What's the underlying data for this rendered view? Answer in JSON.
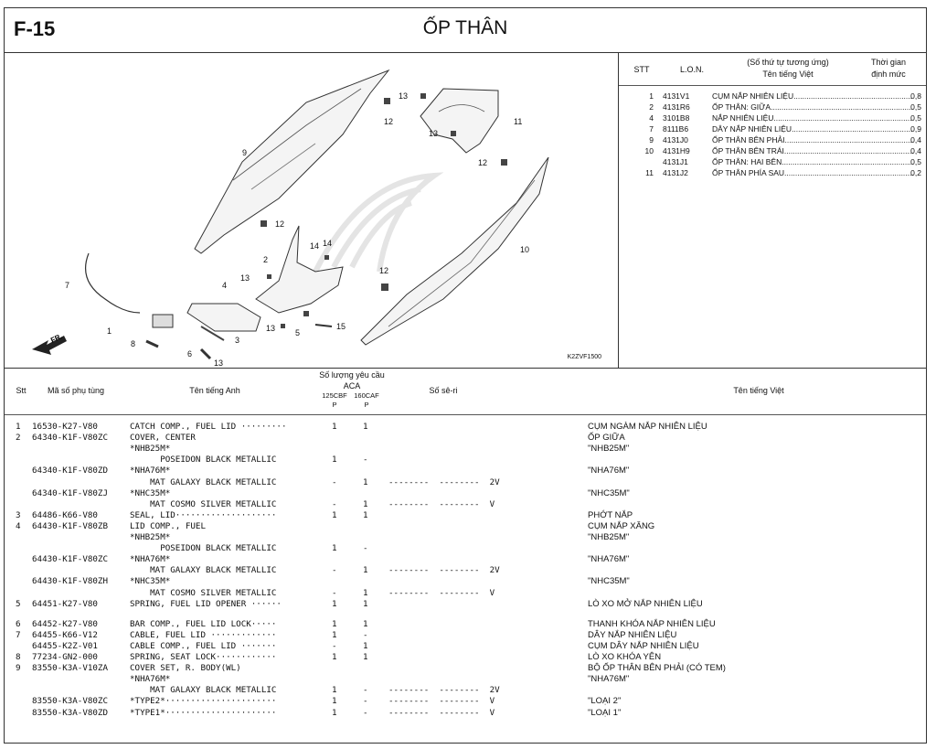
{
  "header": {
    "code": "F-15",
    "title": "ỐP THÂN"
  },
  "diagram": {
    "code": "K2ZVF1500",
    "direction_label": "FR.",
    "callouts": [
      "1",
      "2",
      "4",
      "5",
      "6",
      "7",
      "8",
      "9",
      "10",
      "11",
      "12",
      "12",
      "12",
      "12",
      "13",
      "13",
      "13",
      "13",
      "13",
      "14",
      "14",
      "3",
      "15"
    ]
  },
  "legend": {
    "headers": {
      "stt": "STT",
      "lon": "L.O.N.",
      "name_line1": "(Số thứ tự tương ứng)",
      "name_line2": "Tên tiếng Việt",
      "time_line1": "Thời gian",
      "time_line2": "định mức"
    },
    "rows": [
      {
        "stt": "1",
        "lon": "4131V1",
        "name": "CỤM NẮP NHIÊN LIỆU.......................................................",
        "time": "0,8"
      },
      {
        "stt": "2",
        "lon": "4131R6",
        "name": "ỐP THÂN: GIỮA..................................................................",
        "time": "0,5"
      },
      {
        "stt": "4",
        "lon": "3101B8",
        "name": "NẮP NHIÊN LIỆU................................................................",
        "time": "0,5"
      },
      {
        "stt": "7",
        "lon": "8111B6",
        "name": "DÂY NẮP NHIÊN LIỆU.........................................................",
        "time": "0,9"
      },
      {
        "stt": "9",
        "lon": "4131J0",
        "name": "ỐP THÂN BÊN PHẢI.............................................................",
        "time": "0,4"
      },
      {
        "stt": "10",
        "lon": "4131H9",
        "name": "ỐP THÂN BÊN TRÁI.............................................................",
        "time": "0,4"
      },
      {
        "stt": "",
        "lon": "4131J1",
        "name": "ỐP THÂN: HAI BÊN..............................................................",
        "time": "0,5"
      },
      {
        "stt": "11",
        "lon": "4131J2",
        "name": "ỐP THÂN PHÍA SAU.............................................................",
        "time": "0,2"
      }
    ]
  },
  "table": {
    "headers": {
      "stt": "Stt",
      "part_no": "Mã số phụ tùng",
      "name_en": "Tên tiếng Anh",
      "qty_title": "Số lượng yêu cầu",
      "qty_sub": "ACA",
      "qty_a": "125CBF",
      "qty_b": "160CAF",
      "qty_pa": "P",
      "qty_pb": "P",
      "serial": "Số sê-ri",
      "name_vn": "Tên tiếng Việt"
    },
    "rows": [
      {
        "stt": "1",
        "part": "16530-K27-V80",
        "en": "CATCH COMP., FUEL LID ·········",
        "q1": "1",
        "q2": "1",
        "serial": "",
        "vn": "CỤM NGÀM NẮP NHIÊN LIỆU"
      },
      {
        "stt": "2",
        "part": "64340-K1F-V80ZC",
        "en": "COVER, CENTER",
        "q1": "",
        "q2": "",
        "serial": "",
        "vn": "ỐP GIỮA"
      },
      {
        "stt": "",
        "part": "",
        "en": "*NHB25M*",
        "q1": "",
        "q2": "",
        "serial": "",
        "vn": "\"NHB25M\""
      },
      {
        "stt": "",
        "part": "",
        "en": "      POSEIDON BLACK METALLIC",
        "q1": "1",
        "q2": "-",
        "serial": "",
        "vn": ""
      },
      {
        "stt": "",
        "part": "64340-K1F-V80ZD",
        "en": "*NHA76M*",
        "q1": "",
        "q2": "",
        "serial": "",
        "vn": "\"NHA76M\""
      },
      {
        "stt": "",
        "part": "",
        "en": "    MAT GALAXY BLACK METALLIC",
        "q1": "-",
        "q2": "1",
        "serial": "--------  --------  2V",
        "vn": ""
      },
      {
        "stt": "",
        "part": "64340-K1F-V80ZJ",
        "en": "*NHC35M*",
        "q1": "",
        "q2": "",
        "serial": "",
        "vn": "\"NHC35M\""
      },
      {
        "stt": "",
        "part": "",
        "en": "    MAT COSMO SILVER METALLIC",
        "q1": "-",
        "q2": "1",
        "serial": "--------  --------  V",
        "vn": ""
      },
      {
        "stt": "3",
        "part": "64486-K66-V80",
        "en": "SEAL, LID····················",
        "q1": "1",
        "q2": "1",
        "serial": "",
        "vn": "PHỚT NẮP"
      },
      {
        "stt": "4",
        "part": "64430-K1F-V80ZB",
        "en": "LID COMP., FUEL",
        "q1": "",
        "q2": "",
        "serial": "",
        "vn": "CỤM NẮP XĂNG"
      },
      {
        "stt": "",
        "part": "",
        "en": "*NHB25M*",
        "q1": "",
        "q2": "",
        "serial": "",
        "vn": "\"NHB25M\""
      },
      {
        "stt": "",
        "part": "",
        "en": "      POSEIDON BLACK METALLIC",
        "q1": "1",
        "q2": "-",
        "serial": "",
        "vn": ""
      },
      {
        "stt": "",
        "part": "64430-K1F-V80ZC",
        "en": "*NHA76M*",
        "q1": "",
        "q2": "",
        "serial": "",
        "vn": "\"NHA76M\""
      },
      {
        "stt": "",
        "part": "",
        "en": "    MAT GALAXY BLACK METALLIC",
        "q1": "-",
        "q2": "1",
        "serial": "--------  --------  2V",
        "vn": ""
      },
      {
        "stt": "",
        "part": "64430-K1F-V80ZH",
        "en": "*NHC35M*",
        "q1": "",
        "q2": "",
        "serial": "",
        "vn": "\"NHC35M\""
      },
      {
        "stt": "",
        "part": "",
        "en": "    MAT COSMO SILVER METALLIC",
        "q1": "-",
        "q2": "1",
        "serial": "--------  --------  V",
        "vn": ""
      },
      {
        "stt": "5",
        "part": "64451-K27-V80",
        "en": "SPRING, FUEL LID OPENER ······",
        "q1": "1",
        "q2": "1",
        "serial": "",
        "vn": "LÒ XO MỞ NẮP NHIÊN LIỆU"
      },
      {
        "stt": "6",
        "part": "64452-K27-V80",
        "en": "BAR COMP., FUEL LID LOCK·····",
        "q1": "1",
        "q2": "1",
        "serial": "",
        "vn": "THANH KHÓA NẮP NHIÊN LIỆU"
      },
      {
        "stt": "7",
        "part": "64455-K66-V12",
        "en": "CABLE, FUEL LID ·············",
        "q1": "1",
        "q2": "-",
        "serial": "",
        "vn": "DÂY NẮP NHIÊN LIỆU"
      },
      {
        "stt": "",
        "part": "64455-K2Z-V01",
        "en": "CABLE COMP., FUEL LID ·······",
        "q1": "-",
        "q2": "1",
        "serial": "",
        "vn": "CỤM DÂY NẮP NHIÊN LIỆU"
      },
      {
        "stt": "8",
        "part": "77234-GN2-000",
        "en": "SPRING, SEAT LOCK············",
        "q1": "1",
        "q2": "1",
        "serial": "",
        "vn": "LÒ XO KHÓA YÊN"
      },
      {
        "stt": "9",
        "part": "83550-K3A-V10ZA",
        "en": "COVER SET, R. BODY(WL)",
        "q1": "",
        "q2": "",
        "serial": "",
        "vn": "BỘ ỐP THÂN BÊN PHẢI (CÓ TEM)"
      },
      {
        "stt": "",
        "part": "",
        "en": "*NHA76M*",
        "q1": "",
        "q2": "",
        "serial": "",
        "vn": "\"NHA76M\""
      },
      {
        "stt": "",
        "part": "",
        "en": "    MAT GALAXY BLACK METALLIC",
        "q1": "1",
        "q2": "-",
        "serial": "--------  --------  2V",
        "vn": ""
      },
      {
        "stt": "",
        "part": "83550-K3A-V80ZC",
        "en": "*TYPE2*······················",
        "q1": "1",
        "q2": "-",
        "serial": "--------  --------  V",
        "vn": "\"LOẠI 2\""
      },
      {
        "stt": "",
        "part": "83550-K3A-V80ZD",
        "en": "*TYPE1*······················",
        "q1": "1",
        "q2": "-",
        "serial": "--------  --------  V",
        "vn": "\"LOẠI 1\""
      }
    ]
  }
}
